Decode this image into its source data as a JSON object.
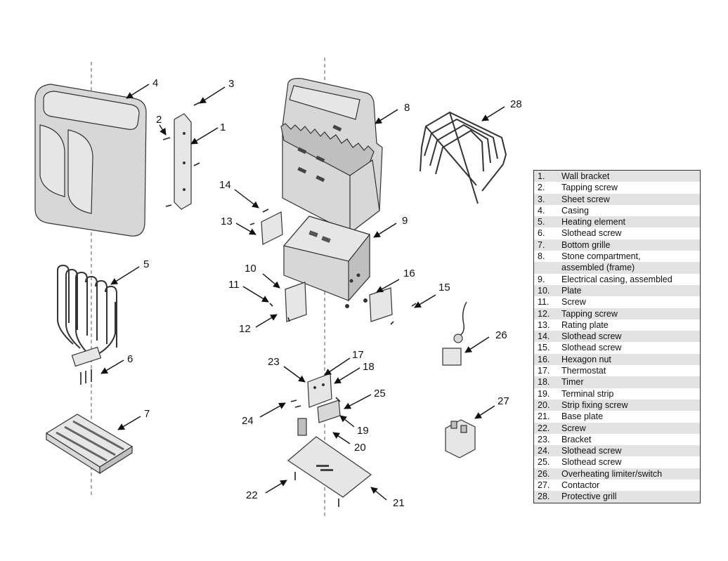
{
  "legend": {
    "items": [
      {
        "num": "1.",
        "label": "Wall bracket"
      },
      {
        "num": "2.",
        "label": "Tapping screw"
      },
      {
        "num": "3.",
        "label": "Sheet screw"
      },
      {
        "num": "4.",
        "label": "Casing"
      },
      {
        "num": "5.",
        "label": "Heating element"
      },
      {
        "num": "6.",
        "label": "Slothead screw"
      },
      {
        "num": "7.",
        "label": "Bottom grille"
      },
      {
        "num": "8.",
        "label": "Stone compartment,"
      },
      {
        "num": "",
        "label": "assembled (frame)"
      },
      {
        "num": "9.",
        "label": "Electrical casing, assembled"
      },
      {
        "num": "10.",
        "label": "Plate"
      },
      {
        "num": "11.",
        "label": "Screw"
      },
      {
        "num": "12.",
        "label": "Tapping screw"
      },
      {
        "num": "13.",
        "label": "Rating plate"
      },
      {
        "num": "14.",
        "label": "Slothead screw"
      },
      {
        "num": "15.",
        "label": "Slothead screw"
      },
      {
        "num": "16.",
        "label": "Hexagon nut"
      },
      {
        "num": "17.",
        "label": "Thermostat"
      },
      {
        "num": "18.",
        "label": "Timer"
      },
      {
        "num": "19.",
        "label": "Terminal strip"
      },
      {
        "num": "20.",
        "label": "Strip fixing screw"
      },
      {
        "num": "21.",
        "label": "Base plate"
      },
      {
        "num": "22.",
        "label": "Screw"
      },
      {
        "num": "23.",
        "label": "Bracket"
      },
      {
        "num": "24.",
        "label": "Slothead screw"
      },
      {
        "num": "25.",
        "label": "Slothead screw"
      },
      {
        "num": "26.",
        "label": "Overheating limiter/switch"
      },
      {
        "num": "27.",
        "label": "Contactor"
      },
      {
        "num": "28.",
        "label": "Protective grill"
      }
    ]
  },
  "callouts": {
    "c1": "1",
    "c2": "2",
    "c3": "3",
    "c4": "4",
    "c5": "5",
    "c6": "6",
    "c7": "7",
    "c8": "8",
    "c9": "9",
    "c10": "10",
    "c11": "11",
    "c12": "12",
    "c13": "13",
    "c14": "14",
    "c15": "15",
    "c16": "16",
    "c17": "17",
    "c18": "18",
    "c19": "19",
    "c20": "20",
    "c21": "21",
    "c22": "22",
    "c23": "23",
    "c24": "24",
    "c25": "25",
    "c26": "26",
    "c27": "27",
    "c28": "28"
  }
}
